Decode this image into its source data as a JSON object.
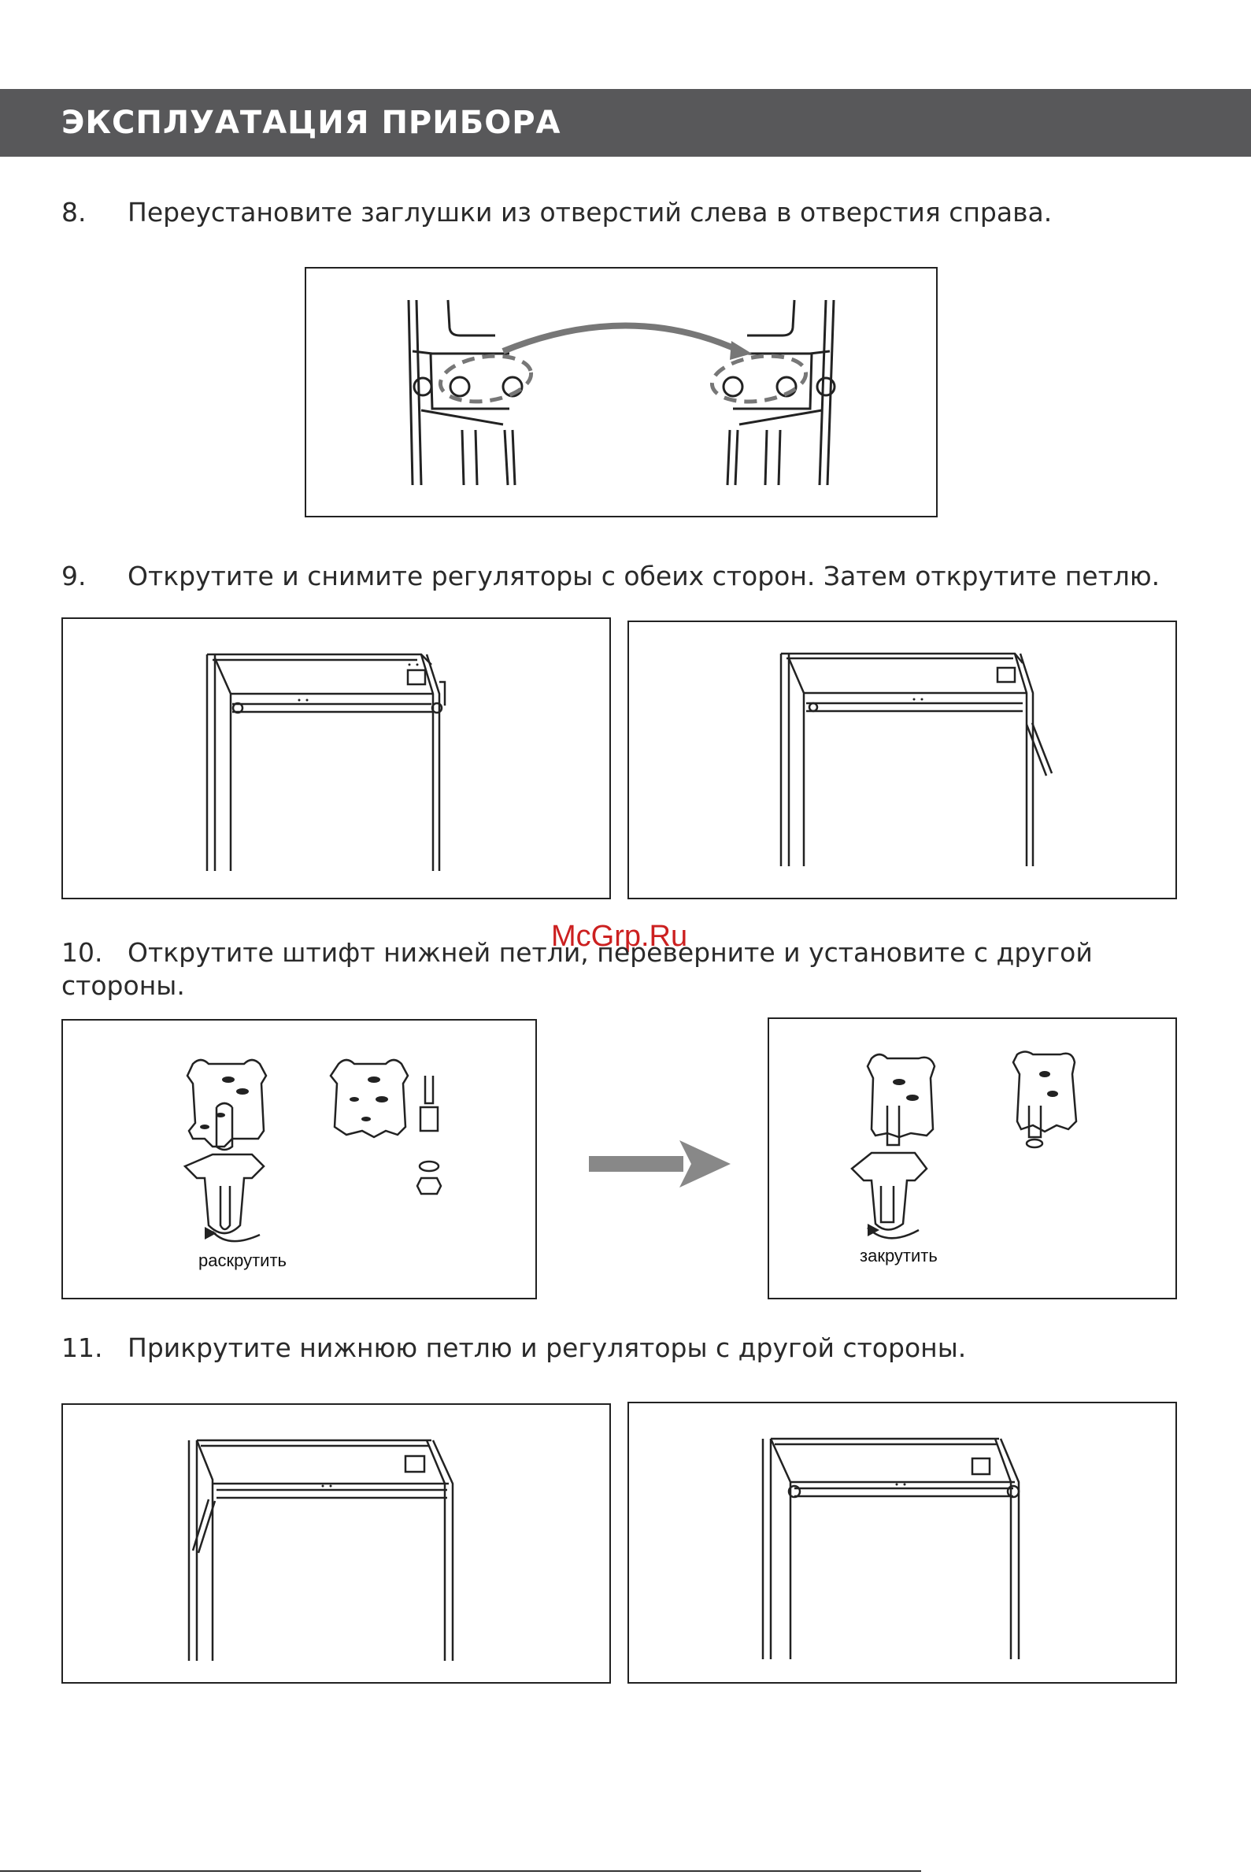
{
  "header": {
    "title": "ЭКСПЛУАТАЦИЯ ПРИБОРА"
  },
  "steps": [
    {
      "num": "8.",
      "text": "Переустановите заглушки из отверстий слева в отверстия справа."
    },
    {
      "num": "9.",
      "text": "Открутите и снимите регуляторы с обеих сторон. Затем открутите петлю."
    },
    {
      "num": "10.",
      "text": "Открутите штифт нижней петли, переверните и установите с другой",
      "text2": "стороны."
    },
    {
      "num": "11.",
      "text": "Прикрутите нижнюю петлю и  регуляторы с другой стороны."
    }
  ],
  "figures": {
    "unscrew_caption": "раскрутить",
    "screw_caption": "закрутить"
  },
  "watermark": "McGrp.Ru"
}
